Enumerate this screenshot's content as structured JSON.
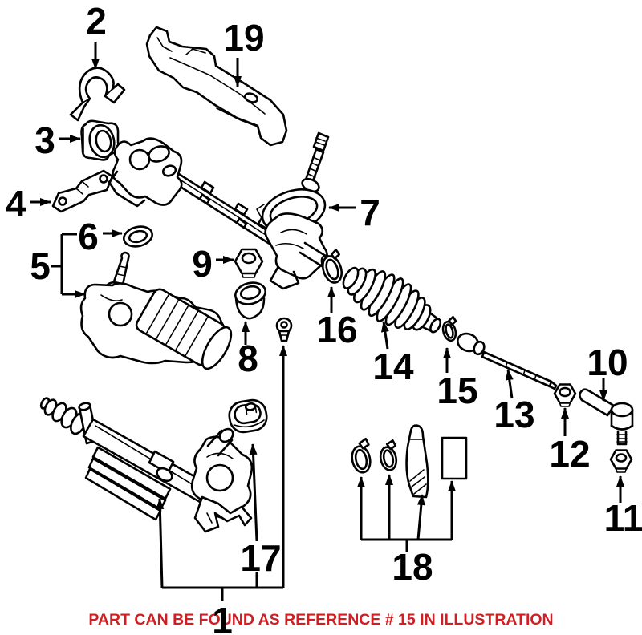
{
  "diagram": {
    "description": "Exploded parts illustration of a vehicle steering rack and tie rod assembly",
    "callouts": [
      "1",
      "2",
      "3",
      "4",
      "5",
      "6",
      "7",
      "8",
      "9",
      "10",
      "11",
      "12",
      "13",
      "14",
      "15",
      "16",
      "17",
      "18",
      "19"
    ]
  },
  "footer": {
    "note": "PART CAN BE FOUND AS REFERENCE # 15 IN ILLUSTRATION",
    "color": "#d01f23"
  },
  "colors": {
    "line": "#000000",
    "background": "#ffffff"
  }
}
